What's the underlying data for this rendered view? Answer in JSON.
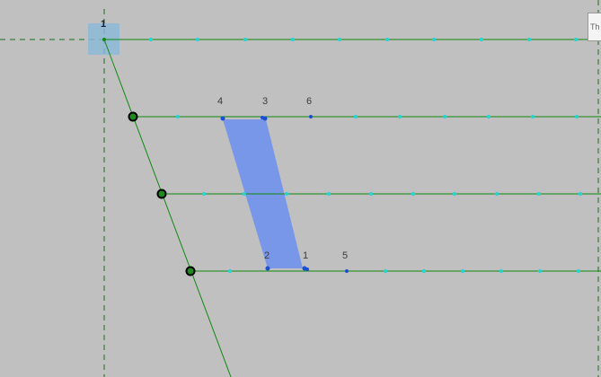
{
  "viewport": {
    "background": "#c0c0c0"
  },
  "colors": {
    "gridline": "#118811",
    "guide_dashed": "#1b6b1b",
    "grid_point": "#22d4d4",
    "node_point": "#1a4fd0",
    "level_marker": "#000000",
    "highlight_region": "#0a57d8",
    "origin_box": "#8ab8d8"
  },
  "labels": {
    "origin": "1",
    "v4": "4",
    "v3": "3",
    "v6": "6",
    "v2": "2",
    "v1": "1",
    "v5": "5"
  },
  "corner_button": {
    "label": "Th"
  },
  "icons": {
    "origin_marker": "square-origin-icon",
    "level_marker": "circle-node-icon"
  }
}
